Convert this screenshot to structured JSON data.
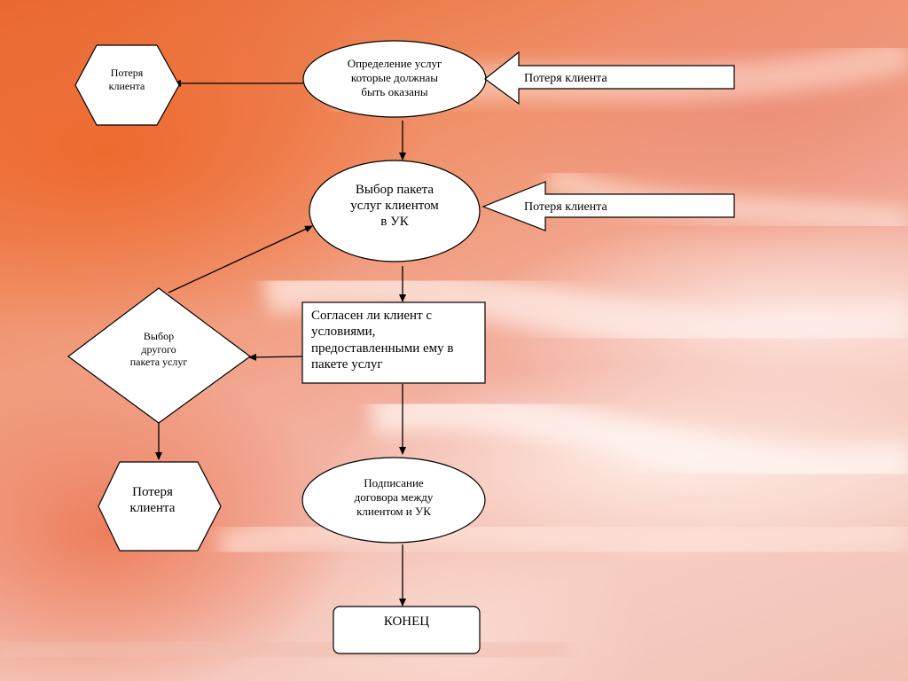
{
  "nodes": {
    "loss_top_left": "Потеря\nклиента",
    "determine_services": "Определение услуг\nкоторые должнаы\nбыть оказаны",
    "loss_arrow_1": "Потеря клиента",
    "choose_package": "Выбор пакета\nуслуг клиентом\nв УК",
    "loss_arrow_2": "Потеря клиента",
    "client_agrees": "Согласен ли клиент с\nусловиями,\nпредоставленными ему в\nпакете услуг",
    "choose_other_package": "Выбор\nдругого\nпакета услуг",
    "loss_bottom_left": "Потеря\nклиента",
    "sign_contract": "Подписание\nдоговора между\nклиентом и УК",
    "end": "КОНЕЦ"
  },
  "colors": {
    "shape_fill": "#ffffff",
    "stroke": "#000000",
    "background_accent": "#e8672f"
  }
}
